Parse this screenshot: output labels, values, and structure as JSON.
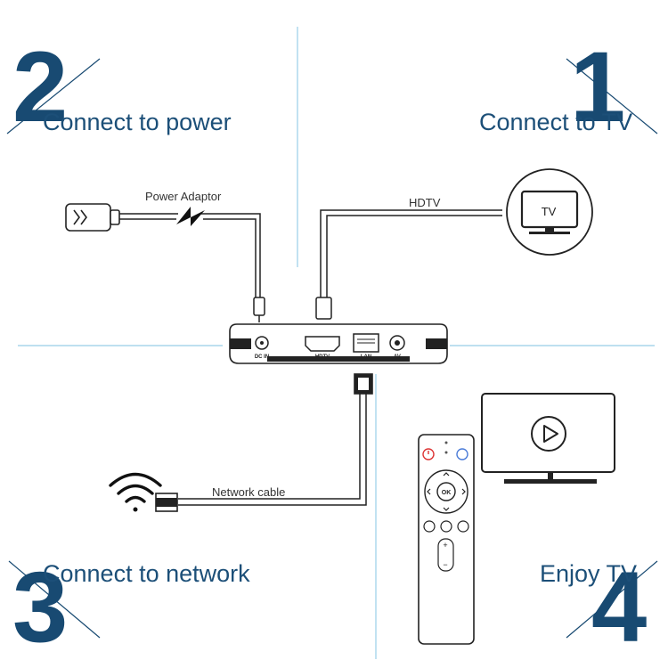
{
  "steps": [
    {
      "number": "1",
      "label": "Connect to TV"
    },
    {
      "number": "2",
      "label": "Connect to power"
    },
    {
      "number": "3",
      "label": "Connect to network"
    },
    {
      "number": "4",
      "label": "Enjoy TV"
    }
  ],
  "cables": {
    "power": "Power Adaptor",
    "hdtv": "HDTV",
    "network": "Network cable"
  },
  "tv_icon_text": "TV",
  "box_ports": {
    "dcin": "DC IN",
    "hdtv": "HDTV",
    "lan": "LAN",
    "av": "AV"
  },
  "remote": {
    "ok_label": "OK",
    "plus_label": "+",
    "minus_label": "−"
  },
  "colors": {
    "accent": "#184a72",
    "guide_line": "#9fd0e8",
    "line": "#222222"
  }
}
